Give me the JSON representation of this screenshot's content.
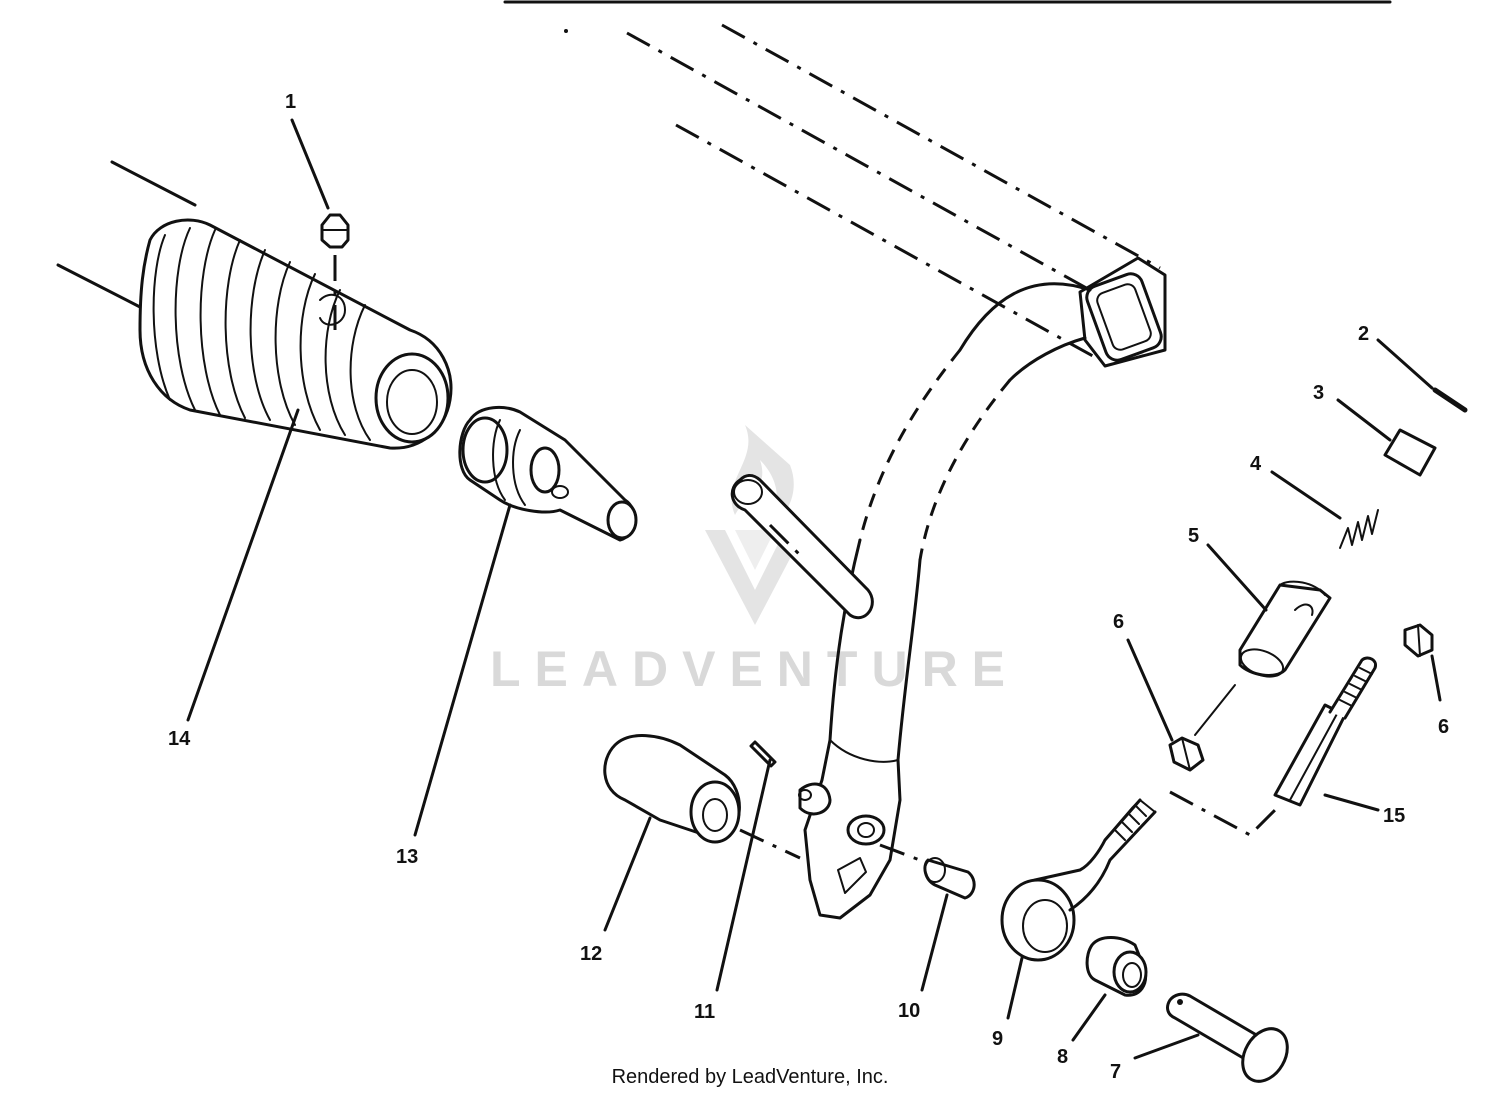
{
  "watermark": {
    "text": "LEADVENTURE"
  },
  "footer": {
    "text": "Rendered by LeadVenture, Inc."
  },
  "callouts": [
    {
      "id": "c1",
      "label": "1"
    },
    {
      "id": "c2",
      "label": "2"
    },
    {
      "id": "c3",
      "label": "3"
    },
    {
      "id": "c4",
      "label": "4"
    },
    {
      "id": "c5",
      "label": "5"
    },
    {
      "id": "c6a",
      "label": "6"
    },
    {
      "id": "c6b",
      "label": "6"
    },
    {
      "id": "c7",
      "label": "7"
    },
    {
      "id": "c8",
      "label": "8"
    },
    {
      "id": "c9",
      "label": "9"
    },
    {
      "id": "c10",
      "label": "10"
    },
    {
      "id": "c11",
      "label": "11"
    },
    {
      "id": "c12",
      "label": "12"
    },
    {
      "id": "c13",
      "label": "13"
    },
    {
      "id": "c14",
      "label": "14"
    },
    {
      "id": "c15",
      "label": "15"
    }
  ]
}
